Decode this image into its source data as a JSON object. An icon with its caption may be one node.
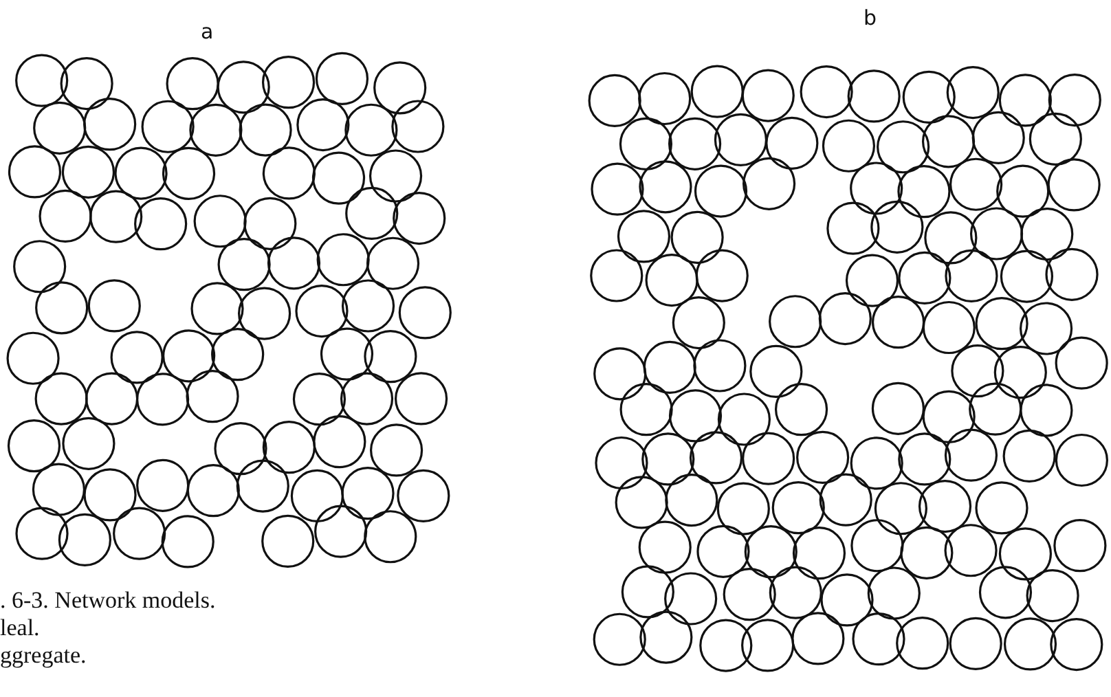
{
  "diagram": {
    "labels": [
      "a",
      "b",
      ". 6-3. Network models.",
      "leal.",
      "ggregate."
    ]
  }
}
